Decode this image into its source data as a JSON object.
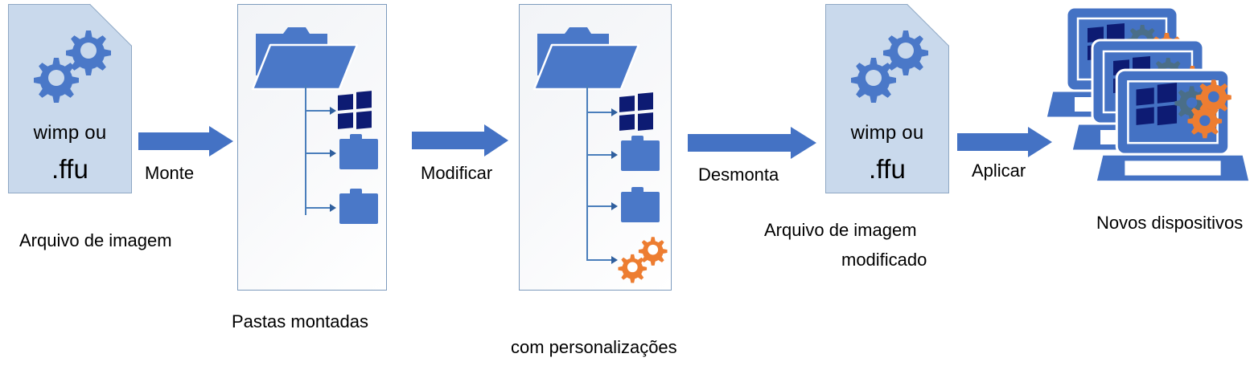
{
  "diagram": {
    "title": "Fluxo de personalizacao de imagem FFU",
    "colors": {
      "arrow_blue": "#4472C4",
      "doc_fill": "#C9D9EC",
      "doc_border": "#8FA8C4",
      "panel_border": "#7D9BBD",
      "folder_blue": "#4A78C8",
      "gear_blue": "#4A78C8",
      "gear_orange": "#ED7D31",
      "gear_slate": "#4A6E88",
      "windows_navy": "#0D1B73",
      "laptop_blue": "#4472C4",
      "tree_line": "#4A7EBB",
      "text": "#000000"
    },
    "steps": [
      {
        "id": "image-file",
        "caption_line1": "Arquivo de imagem",
        "caption_line2": ""
      },
      {
        "id": "mounted-folders",
        "caption_line1": "Pastas montadas",
        "caption_line2": ""
      },
      {
        "id": "customized-folders",
        "caption_line1": "com personalizações",
        "caption_line2": ""
      },
      {
        "id": "modified-image-file",
        "caption_line1": "Arquivo de imagem",
        "caption_line2": "modificado"
      },
      {
        "id": "new-devices",
        "caption_line1": "Novos dispositivos",
        "caption_line2": ""
      }
    ],
    "documents": {
      "source": {
        "line1": "wimp ou",
        "line2": ".ffu"
      },
      "modified": {
        "line1": "wimp ou",
        "line2": ".ffu"
      }
    },
    "arrows": [
      {
        "id": "mount",
        "label": "Monte"
      },
      {
        "id": "modify",
        "label": "Modificar"
      },
      {
        "id": "unmount",
        "label": "Desmonta"
      },
      {
        "id": "apply",
        "label": "Aplicar"
      }
    ],
    "tree": {
      "panel2_items": [
        "windows-logo",
        "folder",
        "folder"
      ],
      "panel3_items": [
        "windows-logo",
        "folder",
        "folder",
        "gears"
      ]
    },
    "devices": {
      "count": 3
    }
  }
}
